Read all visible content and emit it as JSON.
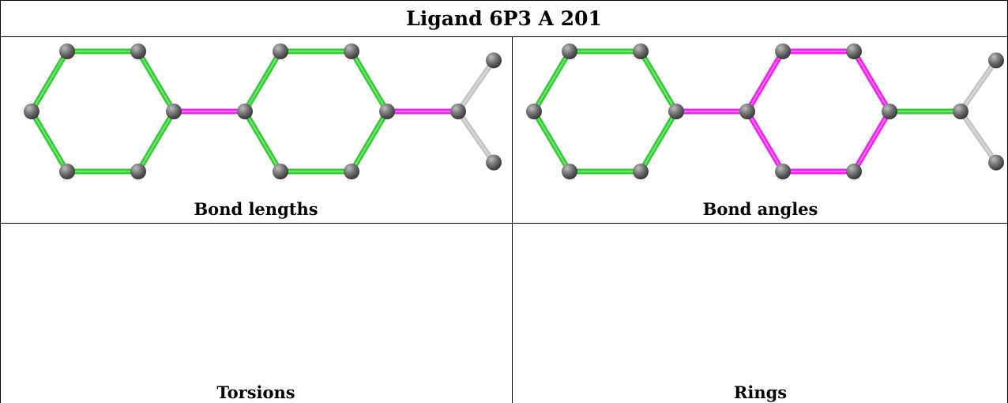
{
  "title": "Ligand 6P3 A 201",
  "colors": {
    "good": "#33cc33",
    "outlier": "#ee22ee",
    "neutral": "#c4c4c4",
    "atom": "#6e6e6e"
  },
  "atoms": [
    {
      "id": "a1",
      "x": 0,
      "y": -1
    },
    {
      "id": "a2",
      "x": 1,
      "y": -1
    },
    {
      "id": "a3",
      "x": 1.5,
      "y": 0
    },
    {
      "id": "a4",
      "x": 1,
      "y": 1
    },
    {
      "id": "a5",
      "x": 0,
      "y": 1
    },
    {
      "id": "a6",
      "x": -0.5,
      "y": 0
    },
    {
      "id": "b1",
      "x": 2.5,
      "y": 0
    },
    {
      "id": "b2",
      "x": 3,
      "y": -1
    },
    {
      "id": "b3",
      "x": 4,
      "y": -1
    },
    {
      "id": "b4",
      "x": 4.5,
      "y": 0
    },
    {
      "id": "b5",
      "x": 4,
      "y": 1
    },
    {
      "id": "b6",
      "x": 3,
      "y": 1
    },
    {
      "id": "c1",
      "x": 5.5,
      "y": 0
    },
    {
      "id": "c2",
      "x": 6,
      "y": -0.85
    },
    {
      "id": "c3",
      "x": 6,
      "y": 0.85
    }
  ],
  "bonds": [
    [
      "a1",
      "a2"
    ],
    [
      "a2",
      "a3"
    ],
    [
      "a3",
      "a4"
    ],
    [
      "a4",
      "a5"
    ],
    [
      "a5",
      "a6"
    ],
    [
      "a6",
      "a1"
    ],
    [
      "a3",
      "b1"
    ],
    [
      "b1",
      "b2"
    ],
    [
      "b2",
      "b3"
    ],
    [
      "b3",
      "b4"
    ],
    [
      "b4",
      "b5"
    ],
    [
      "b5",
      "b6"
    ],
    [
      "b6",
      "b1"
    ],
    [
      "b4",
      "c1"
    ],
    [
      "c1",
      "c2"
    ],
    [
      "c1",
      "c3"
    ]
  ],
  "panels": [
    {
      "caption": "Bond lengths",
      "bond_status": [
        "good",
        "good",
        "good",
        "good",
        "good",
        "good",
        "outlier",
        "good",
        "good",
        "good",
        "good",
        "good",
        "good",
        "outlier",
        "neutral",
        "neutral"
      ]
    },
    {
      "caption": "Bond angles",
      "bond_status": [
        "good",
        "good",
        "good",
        "good",
        "good",
        "good",
        "outlier",
        "outlier",
        "outlier",
        "outlier",
        "outlier",
        "outlier",
        "outlier",
        "good",
        "neutral",
        "neutral"
      ]
    },
    {
      "caption": "Torsions",
      "bond_status": [
        "neutral",
        "neutral",
        "neutral",
        "neutral",
        "neutral",
        "neutral",
        "good",
        "neutral",
        "neutral",
        "neutral",
        "neutral",
        "neutral",
        "neutral",
        "neutral",
        "neutral",
        "neutral"
      ]
    },
    {
      "caption": "Rings",
      "bond_status": [
        "good",
        "good",
        "good",
        "good",
        "good",
        "good",
        "neutral",
        "good",
        "good",
        "good",
        "good",
        "good",
        "good",
        "neutral",
        "neutral",
        "neutral"
      ]
    }
  ]
}
